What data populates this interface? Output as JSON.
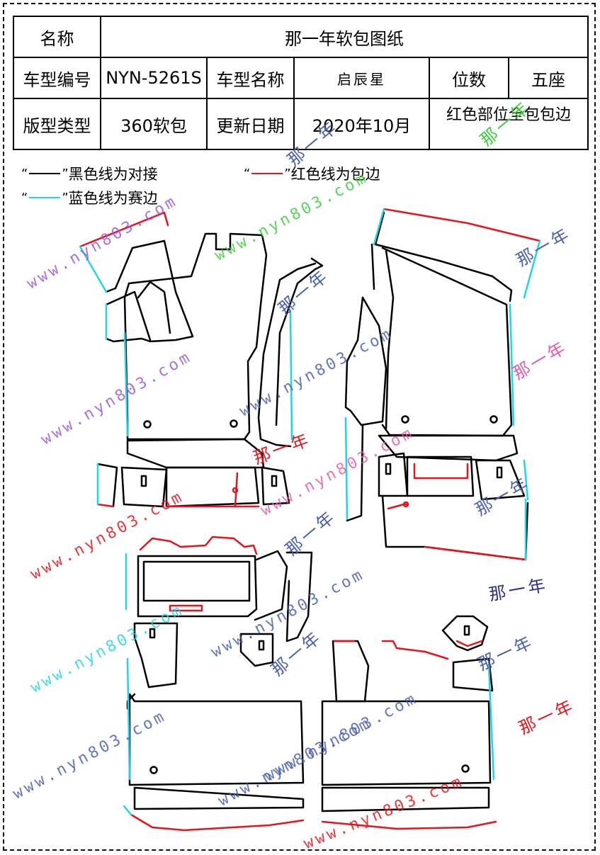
{
  "table": {
    "name_label": "名称",
    "name_value": "那一年软包图纸",
    "model_no_label": "车型编号",
    "model_no_value": "NYN-5261S",
    "model_name_label": "车型名称",
    "model_name_value": "启辰星",
    "seats_label": "位数",
    "seats_value": "五座",
    "type_label": "版型类型",
    "type_value": "360软包",
    "date_label": "更新日期",
    "date_value": "2020年10月",
    "note": "红色部位全包包边"
  },
  "legend": {
    "black": {
      "quote_open": "“",
      "quote_close": "”",
      "text": "黑色线为对接",
      "color": "#000000"
    },
    "red": {
      "quote_open": "“",
      "quote_close": "”",
      "text": "红色线为包边",
      "color": "#e8141b"
    },
    "cyan": {
      "quote_open": "“",
      "quote_close": "”",
      "text": "蓝色线为赛边",
      "color": "#1fd6e8"
    }
  },
  "watermark": {
    "url": "www.nyn803.com",
    "brand": "那一年"
  },
  "colors": {
    "black": "#000000",
    "red": "#e8141b",
    "cyan": "#1fd6e8",
    "watermark_blue": "#4a5fb0",
    "watermark_purple": "#9b59d6",
    "watermark_red": "#e8141b",
    "watermark_green": "#39d13a",
    "watermark_pink": "#e85aa8",
    "watermark_navy": "#2b2f8a"
  }
}
